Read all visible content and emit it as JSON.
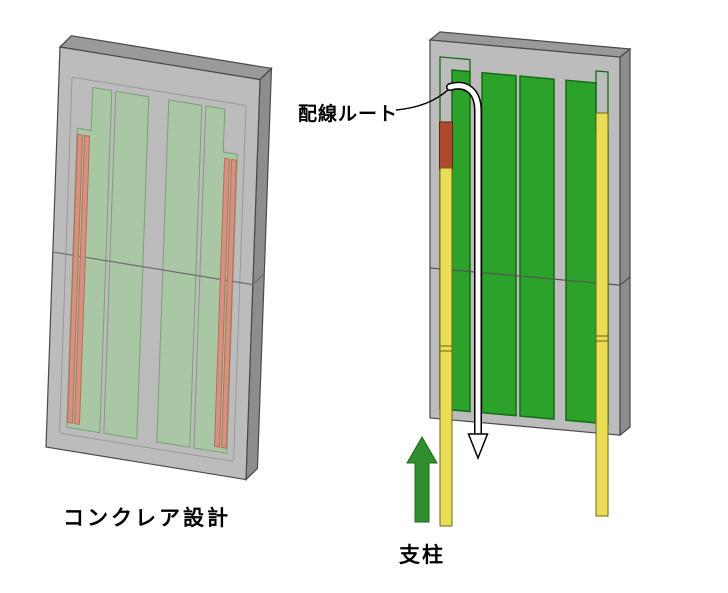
{
  "labels": {
    "left_caption": "コンクレア設計",
    "wiring_route": "配線ルート",
    "support": "支柱"
  },
  "colors": {
    "background": "#ffffff",
    "slab_front": "#bcbcbc",
    "slab_top": "#9a9a9a",
    "slab_side": "#8d8d8d",
    "panel_green_soft": "#a5c99f",
    "panel_green_soft_border": "#7d9f78",
    "rebar_salmon": "#d78f7c",
    "rebar_salmon_border": "#b76e59",
    "panel_green_bright": "#2ba32b",
    "panel_green_border": "#156b15",
    "post_yellow": "#e9dd55",
    "post_yellow_border": "#6f6414",
    "anchor_red": "#ad4a2c",
    "anchor_red_border": "#552612",
    "arrow_green": "#2f8f2f",
    "wire_white": "#ffffff",
    "line_black": "#000000"
  }
}
